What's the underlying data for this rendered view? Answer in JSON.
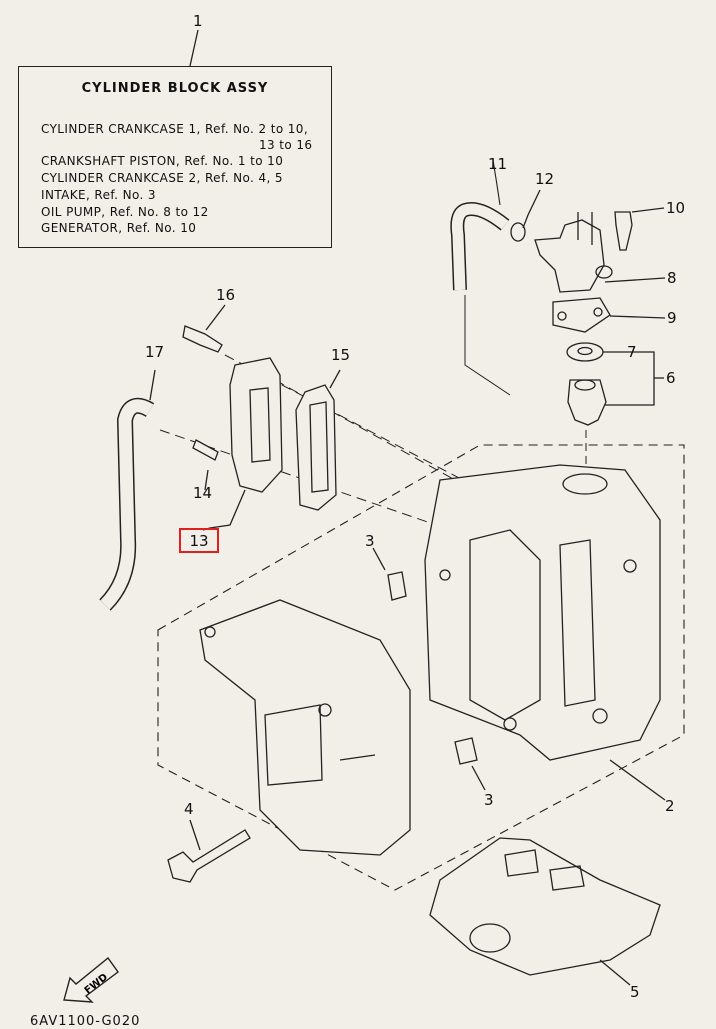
{
  "legend": {
    "title": "CYLINDER BLOCK ASSY",
    "lines": [
      "CYLINDER CRANKCASE 1,  Ref. No. 2 to 10,",
      "13 to 16",
      "CRANKSHAFT PISTON,  Ref. No. 1 to 10",
      "CYLINDER CRANKCASE 2,  Ref. No. 4, 5",
      "INTAKE, Ref. No. 3",
      "OIL PUMP, Ref. No. 8 to 12",
      "GENERATOR, Ref. No. 10"
    ]
  },
  "callouts": {
    "c1": "1",
    "c2": "2",
    "c3a": "3",
    "c3b": "3",
    "c4": "4",
    "c5": "5",
    "c6": "6",
    "c7": "7",
    "c8": "8",
    "c9": "9",
    "c10": "10",
    "c11": "11",
    "c12": "12",
    "c13": "13",
    "c14": "14",
    "c15": "15",
    "c16": "16",
    "c17": "17"
  },
  "highlight_color": "#e0201f",
  "fwd_label": "FWD",
  "footer_code": "6AV1100-G020"
}
